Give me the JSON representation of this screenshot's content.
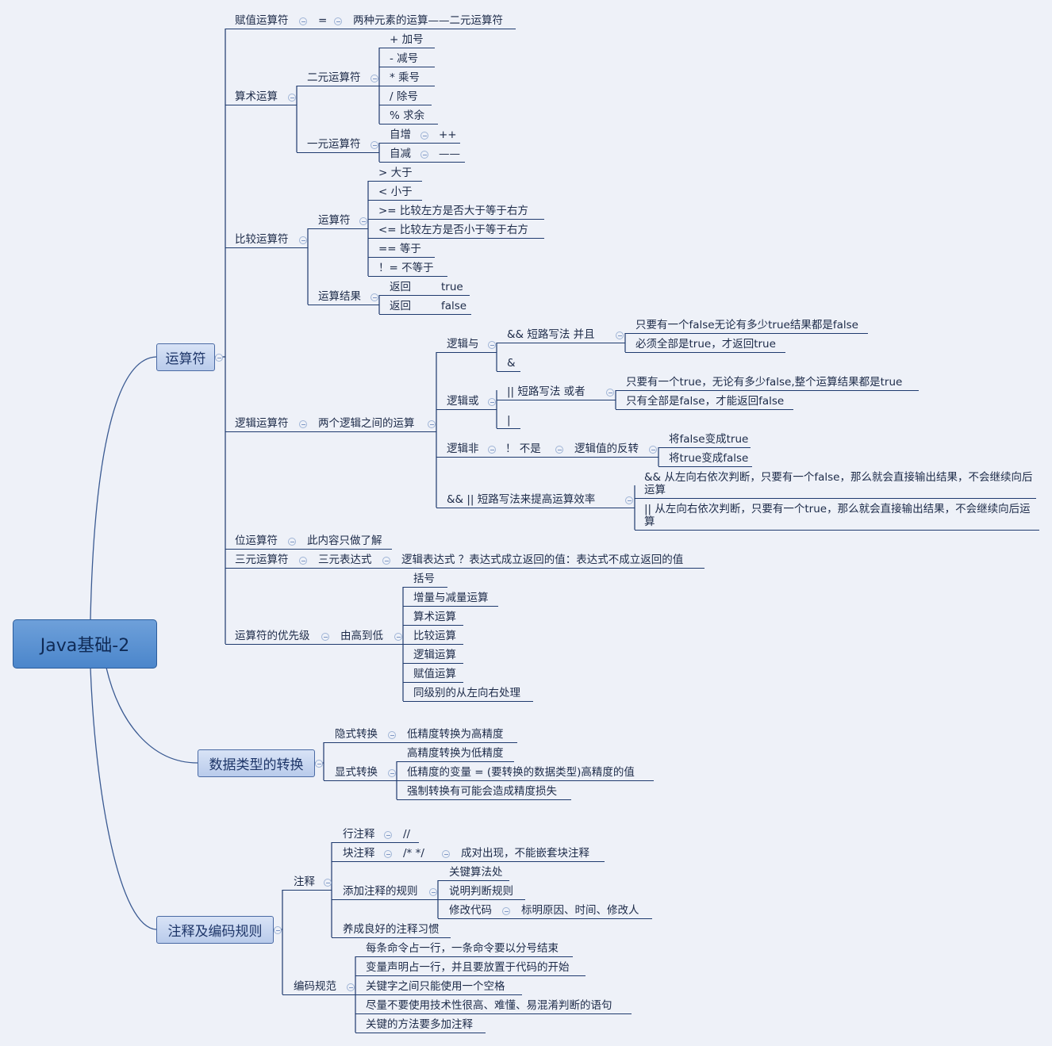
{
  "root": "Java基础-2",
  "operators": {
    "title": "运算符",
    "assign": {
      "label": "赋值运算符",
      "symbol": "=",
      "desc": "两种元素的运算——二元运算符"
    },
    "arith": {
      "label": "算术运算",
      "binary": {
        "label": "二元运算符",
        "items": [
          "+  加号",
          "-  减号",
          "*  乘号",
          "/  除号",
          "%  求余"
        ]
      },
      "unary": {
        "label": "一元运算符",
        "items": [
          {
            "label": "自增",
            "symbol": "++"
          },
          {
            "label": "自减",
            "symbol": "——"
          }
        ]
      }
    },
    "compare": {
      "label": "比较运算符",
      "ops": {
        "label": "运算符",
        "items": [
          ">  大于",
          "<  小于",
          ">=  比较左方是否大于等于右方",
          "<=  比较左方是否小于等于右方",
          "==  等于",
          "！=  不等于"
        ]
      },
      "result": {
        "label": "运算结果",
        "items": [
          {
            "label": "返回",
            "value": "true"
          },
          {
            "label": "返回",
            "value": "false"
          }
        ]
      }
    },
    "logic": {
      "label": "逻辑运算符",
      "desc": "两个逻辑之间的运算",
      "and": {
        "label": "逻辑与",
        "short": "&&   短路写法   并且",
        "short_items": [
          "只要有一个false无论有多少true结果都是false",
          "必须全部是true，才返回true"
        ],
        "plain": "&"
      },
      "or": {
        "label": "逻辑或",
        "short": "||  短路写法   或者",
        "short_items": [
          "只要有一个true，无论有多少false,整个运算结果都是true",
          "只有全部是false，才能返回false"
        ],
        "plain": "|"
      },
      "not": {
        "label": "逻辑非",
        "symbol": "！  不是",
        "desc": "逻辑值的反转",
        "items": [
          "将false变成true",
          "将true变成false"
        ]
      },
      "short_circuit": {
        "label": "&&    ||    短路写法来提高运算效率",
        "items": [
          "&&  从左向右依次判断，只要有一个false，那么就会直接输出结果，不会继续向后运算",
          "||  从左向右依次判断，只要有一个true，那么就会直接输出结果，不会继续向后运算"
        ]
      }
    },
    "bit": {
      "label": "位运算符",
      "desc": "此内容只做了解"
    },
    "ternary": {
      "label": "三元运算符",
      "mid": "三元表达式",
      "desc": "逻辑表达式 ？表达式成立返回的值：表达式不成立返回的值"
    },
    "priority": {
      "label": "运算符的优先级",
      "mid": "由高到低",
      "items": [
        "括号",
        "增量与减量运算",
        "算术运算",
        "比较运算",
        "逻辑运算",
        "赋值运算",
        "同级别的从左向右处理"
      ]
    }
  },
  "conversion": {
    "title": "数据类型的转换",
    "implicit": {
      "label": "隐式转换",
      "desc": "低精度转换为高精度"
    },
    "explicit": {
      "label": "显式转换",
      "items": [
        "高精度转换为低精度",
        "低精度的变量 = (要转换的数据类型)高精度的值",
        "强制转换有可能会造成精度损失"
      ]
    }
  },
  "comments": {
    "title": "注释及编码规则",
    "notes": {
      "label": "注释",
      "line": {
        "label": "行注释",
        "symbol": "//"
      },
      "block": {
        "label": "块注释",
        "symbol": "/*   */",
        "desc": "成对出现，不能嵌套块注释"
      },
      "rules": {
        "label": "添加注释的规则",
        "items": [
          "关键算法处",
          "说明判断规则",
          "修改代码"
        ],
        "modify_desc": "标明原因、时间、修改人"
      },
      "habit": "养成良好的注释习惯"
    },
    "coding": {
      "label": "编码规范",
      "items": [
        "每条命令占一行，一条命令要以分号结束",
        "变量声明占一行，并且要放置于代码的开始",
        "关键字之间只能使用一个空格",
        "尽量不要使用技术性很高、难懂、易混淆判断的语句",
        "关键的方法要多加注释"
      ]
    }
  },
  "colors": {
    "background": "#eef1f8",
    "line": "#1e3a6e",
    "root_fill": "#5b93d3",
    "topic_fill": "#c9d8f1",
    "text": "#1c2a48"
  }
}
